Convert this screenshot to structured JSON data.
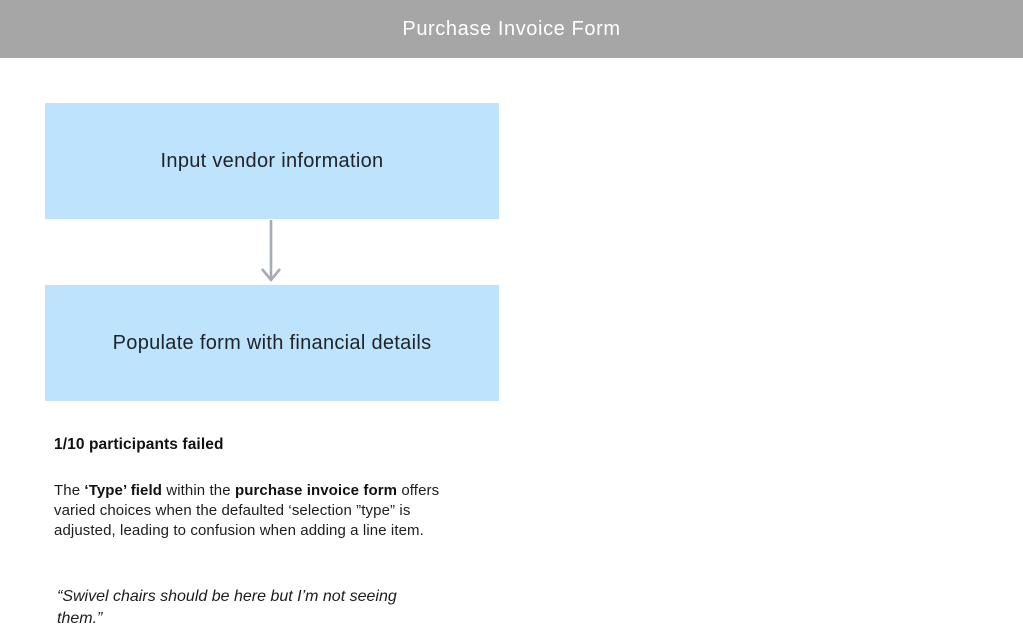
{
  "header": {
    "title": "Purchase Invoice Form",
    "bg_color": "#a6a6a6",
    "text_color": "#ffffff"
  },
  "flowchart": {
    "box_color": "#bee3fc",
    "box_text_color": "#202429",
    "arrow_color": "#a5abb2",
    "steps": [
      {
        "label": "Input vendor information"
      },
      {
        "label": "Populate form with financial details"
      }
    ]
  },
  "findings": {
    "headline": "1/10 participants failed",
    "description": [
      {
        "text": "The ",
        "bold": false
      },
      {
        "text": "‘Type’ field",
        "bold": true
      },
      {
        "text": " within the ",
        "bold": false
      },
      {
        "text": "purchase invoice form",
        "bold": true
      },
      {
        "text": " offers varied choices when the defaulted ‘selection ”type” is adjusted, leading to confusion when adding a line item.",
        "bold": false
      }
    ],
    "quote": "“Swivel chairs should be here but I’m not seeing them.”"
  }
}
